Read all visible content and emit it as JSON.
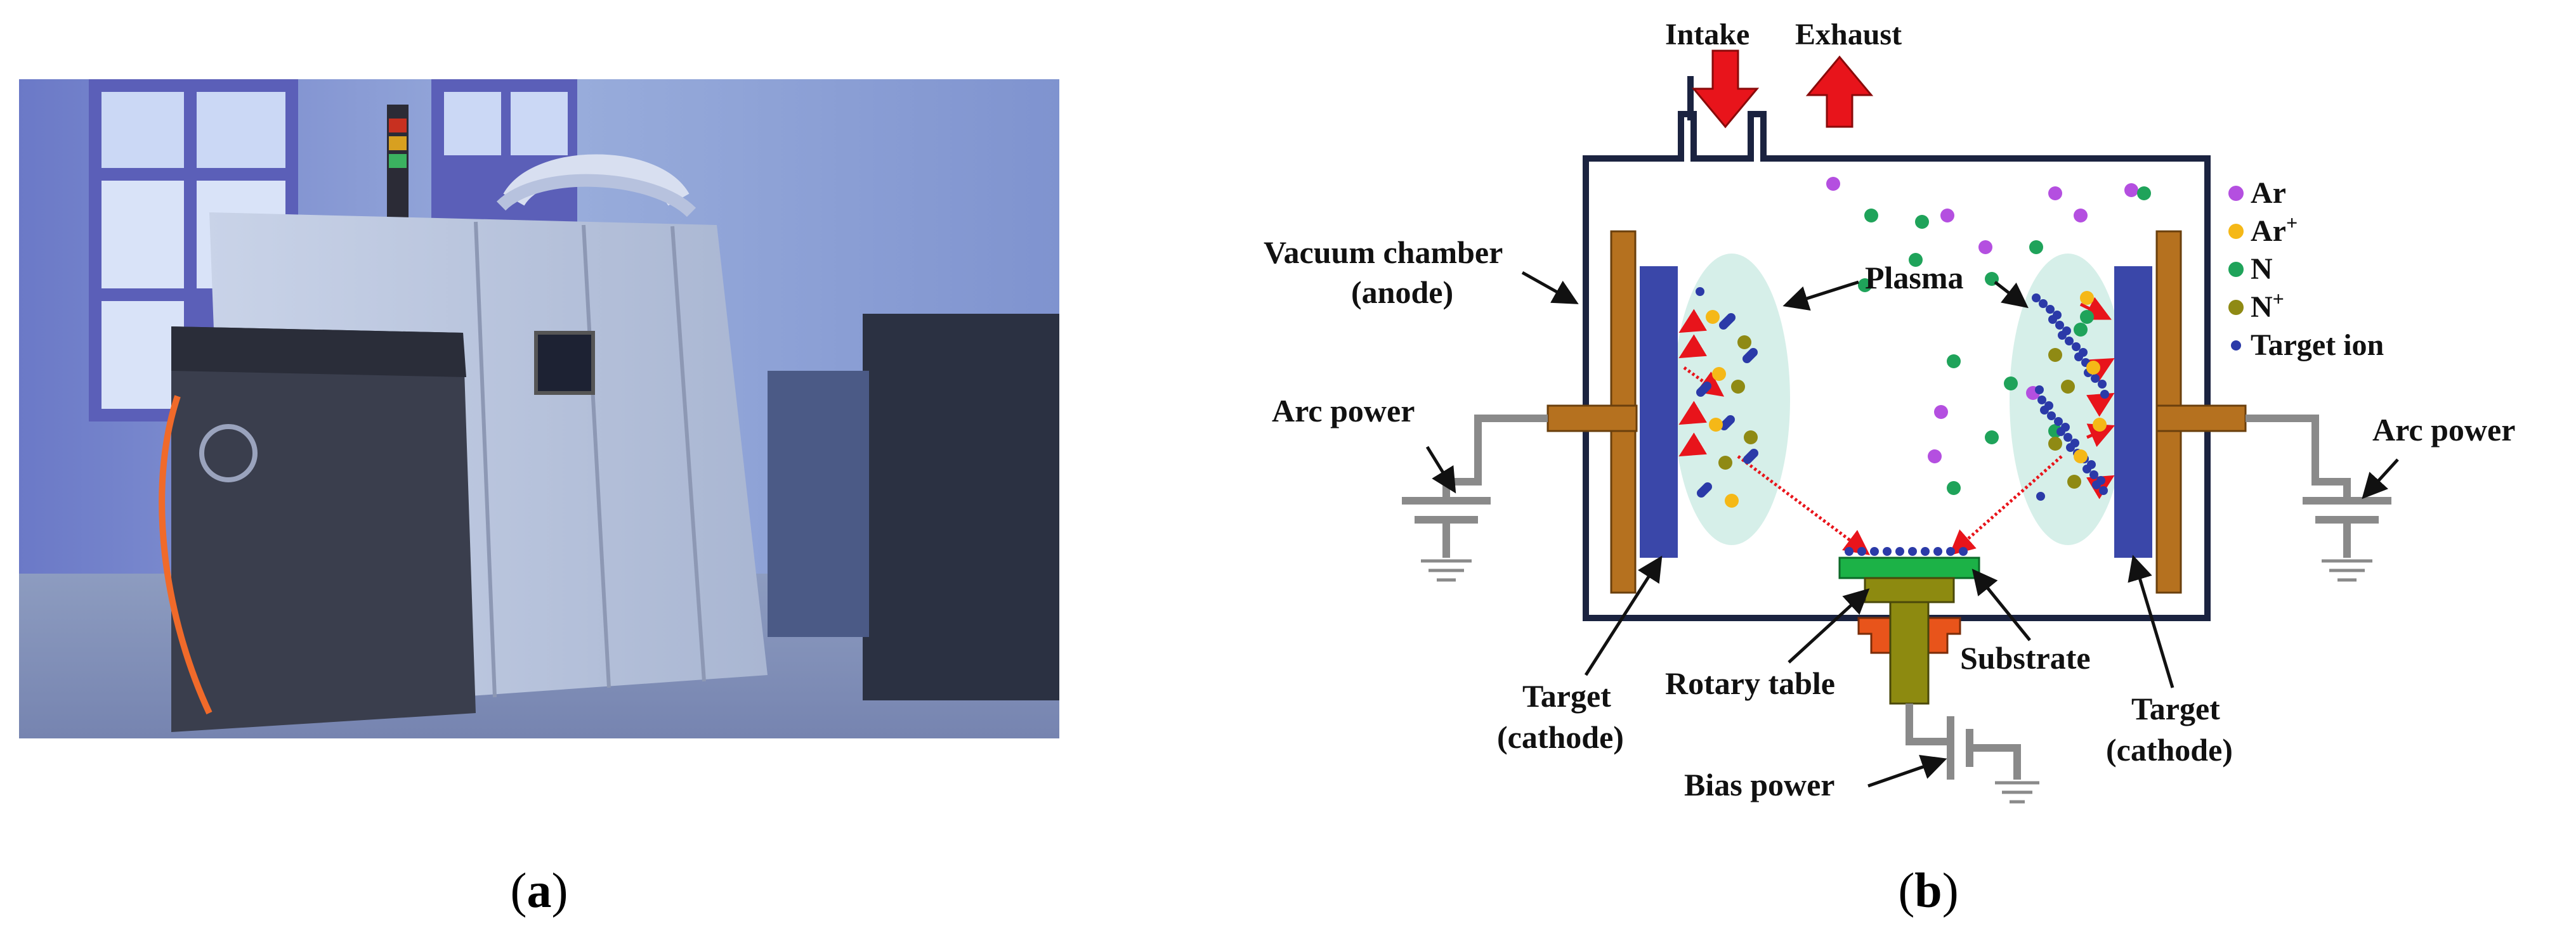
{
  "panels": {
    "a": {
      "caption_letter": "a"
    },
    "b": {
      "caption_letter": "b"
    }
  },
  "diagram": {
    "labels": {
      "intake": "Intake",
      "exhaust": "Exhaust",
      "vacuum_chamber_line1": "Vacuum chamber",
      "vacuum_chamber_line2": "(anode)",
      "plasma": "Plasma",
      "arc_power_left": "Arc power",
      "arc_power_right": "Arc power",
      "target_left_line1": "Target",
      "target_left_line2": "(cathode)",
      "target_right_line1": "Target",
      "target_right_line2": "(cathode)",
      "rotary_table": "Rotary table",
      "substrate": "Substrate",
      "bias_power": "Bias power"
    },
    "legend": [
      {
        "symbol": "Ar",
        "color": "#b44fe0"
      },
      {
        "symbol": "Ar",
        "superscript": "+",
        "color": "#f5b817"
      },
      {
        "symbol": "N",
        "color": "#1fa35a"
      },
      {
        "symbol": "N",
        "superscript": "+",
        "color": "#8f8a14"
      },
      {
        "symbol": "Target ion",
        "color": "#2b3aa8"
      }
    ],
    "colors": {
      "chamber_outline": "#1b2340",
      "arrow_red": "#e8141b",
      "cathode_brown": "#b5711f",
      "target_blue": "#3a47a9",
      "plasma_cloud": "#d6efe9",
      "substrate_green": "#1cb247",
      "table_olive": "#8d8a10",
      "table_orange": "#e8541b",
      "wire_gray": "#8a8a8a"
    }
  }
}
